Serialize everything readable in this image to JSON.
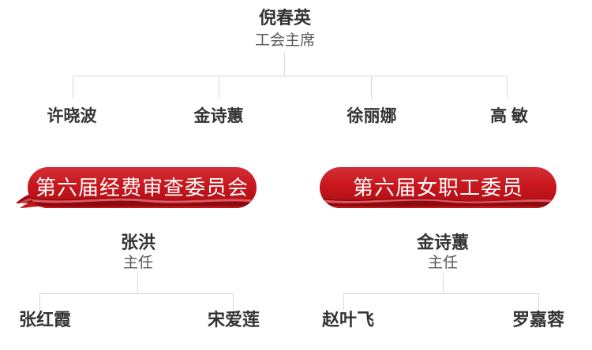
{
  "colors": {
    "accent_red": "#c4161d",
    "banner_dark_red": "#8c0b11",
    "banner_highlight": "#ea6167",
    "banner_text": "#ffffff",
    "name_text": "#333333",
    "subtitle_text": "#595959",
    "connector_line": "#d9d9d9",
    "background": "#ffffff"
  },
  "org_chart": {
    "root": {
      "name": "倪春英",
      "title": "工会主席"
    },
    "committee_members": [
      "许晓波",
      "金诗蕙",
      "徐丽娜",
      "高 敏"
    ],
    "committees": [
      {
        "banner": "第六届经费审查委员会",
        "leader": {
          "name": "张洪",
          "title": "主任"
        },
        "members": [
          "张红霞",
          "宋爱莲"
        ]
      },
      {
        "banner": "第六届女职工委员",
        "leader": {
          "name": "金诗蕙",
          "title": "主任"
        },
        "members": [
          "赵叶飞",
          "罗嘉蓉"
        ]
      }
    ]
  }
}
